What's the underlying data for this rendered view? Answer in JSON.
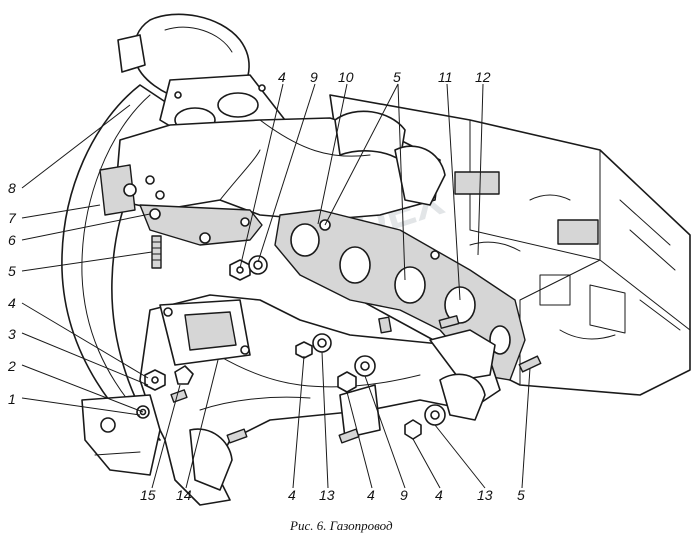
{
  "caption": "Рис. 6. Газопровод",
  "watermark": "CDEX",
  "callouts": [
    {
      "id": "c1",
      "label": "1"
    },
    {
      "id": "c2",
      "label": "2"
    },
    {
      "id": "c3",
      "label": "3"
    },
    {
      "id": "c4a",
      "label": "4"
    },
    {
      "id": "c5a",
      "label": "5"
    },
    {
      "id": "c6",
      "label": "6"
    },
    {
      "id": "c7",
      "label": "7"
    },
    {
      "id": "c8",
      "label": "8"
    },
    {
      "id": "c4b",
      "label": "4"
    },
    {
      "id": "c9a",
      "label": "9"
    },
    {
      "id": "c10",
      "label": "10"
    },
    {
      "id": "c5b",
      "label": "5"
    },
    {
      "id": "c11",
      "label": "11"
    },
    {
      "id": "c12",
      "label": "12"
    },
    {
      "id": "c15",
      "label": "15"
    },
    {
      "id": "c14",
      "label": "14"
    },
    {
      "id": "c4c",
      "label": "4"
    },
    {
      "id": "c13a",
      "label": "13"
    },
    {
      "id": "c4d",
      "label": "4"
    },
    {
      "id": "c9b",
      "label": "9"
    },
    {
      "id": "c4e",
      "label": "4"
    },
    {
      "id": "c13b",
      "label": "13"
    },
    {
      "id": "c5c",
      "label": "5"
    }
  ]
}
